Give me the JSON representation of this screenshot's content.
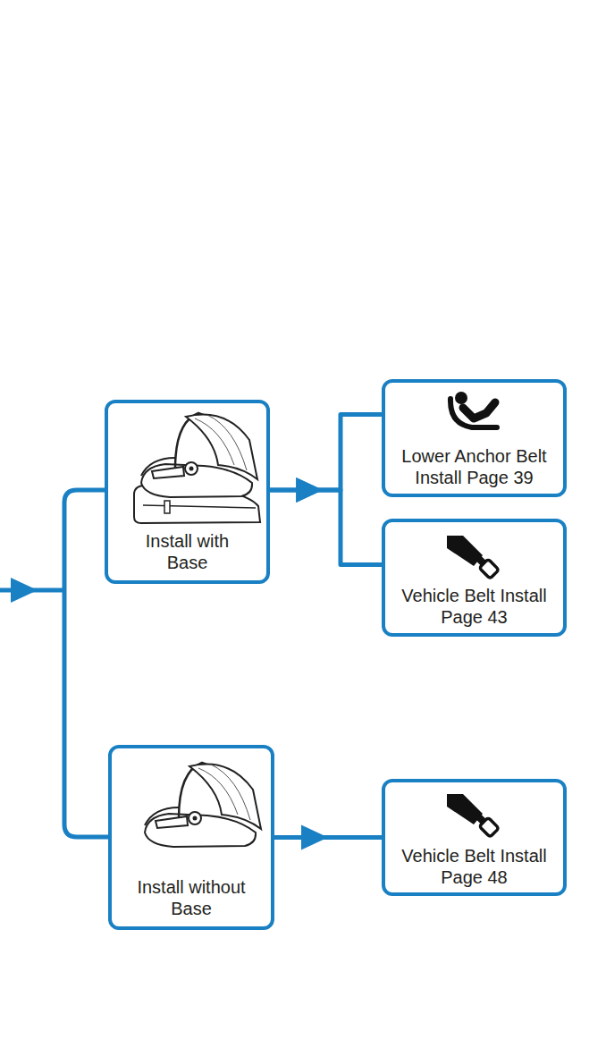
{
  "diagram": {
    "nodes": [
      {
        "text": [
          "Install with Base"
        ]
      },
      {
        "text": [
          "Lower Anchor Belt Install Page 39"
        ]
      },
      {
        "text": [
          "Vehicle Belt Install Page 43"
        ]
      },
      {
        "text": [
          "Install without Base"
        ]
      },
      {
        "text": [
          "Vehicle Belt Install Page 48"
        ]
      }
    ],
    "edges": [
      {
        "from": 0,
        "to": 1,
        "arrow": "to"
      },
      {
        "from": 0,
        "to": 2,
        "arrow": "to"
      },
      {
        "from": 3,
        "to": 4,
        "arrow": "to"
      }
    ]
  }
}
